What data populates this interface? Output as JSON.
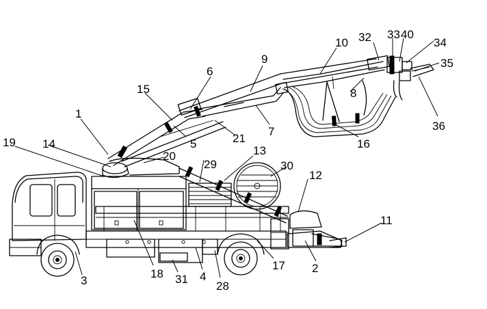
{
  "callouts": [
    {
      "id": "c1",
      "text": "1"
    },
    {
      "id": "c2",
      "text": "2"
    },
    {
      "id": "c3",
      "text": "3"
    },
    {
      "id": "c4",
      "text": "4"
    },
    {
      "id": "c5",
      "text": "5"
    },
    {
      "id": "c6",
      "text": "6"
    },
    {
      "id": "c7",
      "text": "7"
    },
    {
      "id": "c8",
      "text": "8"
    },
    {
      "id": "c9",
      "text": "9"
    },
    {
      "id": "c10",
      "text": "10"
    },
    {
      "id": "c11",
      "text": "11"
    },
    {
      "id": "c12",
      "text": "12"
    },
    {
      "id": "c13",
      "text": "13"
    },
    {
      "id": "c14",
      "text": "14"
    },
    {
      "id": "c15",
      "text": "15"
    },
    {
      "id": "c16",
      "text": "16"
    },
    {
      "id": "c17",
      "text": "17"
    },
    {
      "id": "c18",
      "text": "18"
    },
    {
      "id": "c19",
      "text": "19"
    },
    {
      "id": "c20",
      "text": "20"
    },
    {
      "id": "c21",
      "text": "21"
    },
    {
      "id": "c28",
      "text": "28"
    },
    {
      "id": "c29",
      "text": "29"
    },
    {
      "id": "c30",
      "text": "30"
    },
    {
      "id": "c31",
      "text": "31"
    },
    {
      "id": "c32",
      "text": "32"
    },
    {
      "id": "c33",
      "text": "33"
    },
    {
      "id": "c34",
      "text": "34"
    },
    {
      "id": "c35",
      "text": "35"
    },
    {
      "id": "c36",
      "text": "36"
    },
    {
      "id": "c40",
      "text": "40"
    }
  ]
}
